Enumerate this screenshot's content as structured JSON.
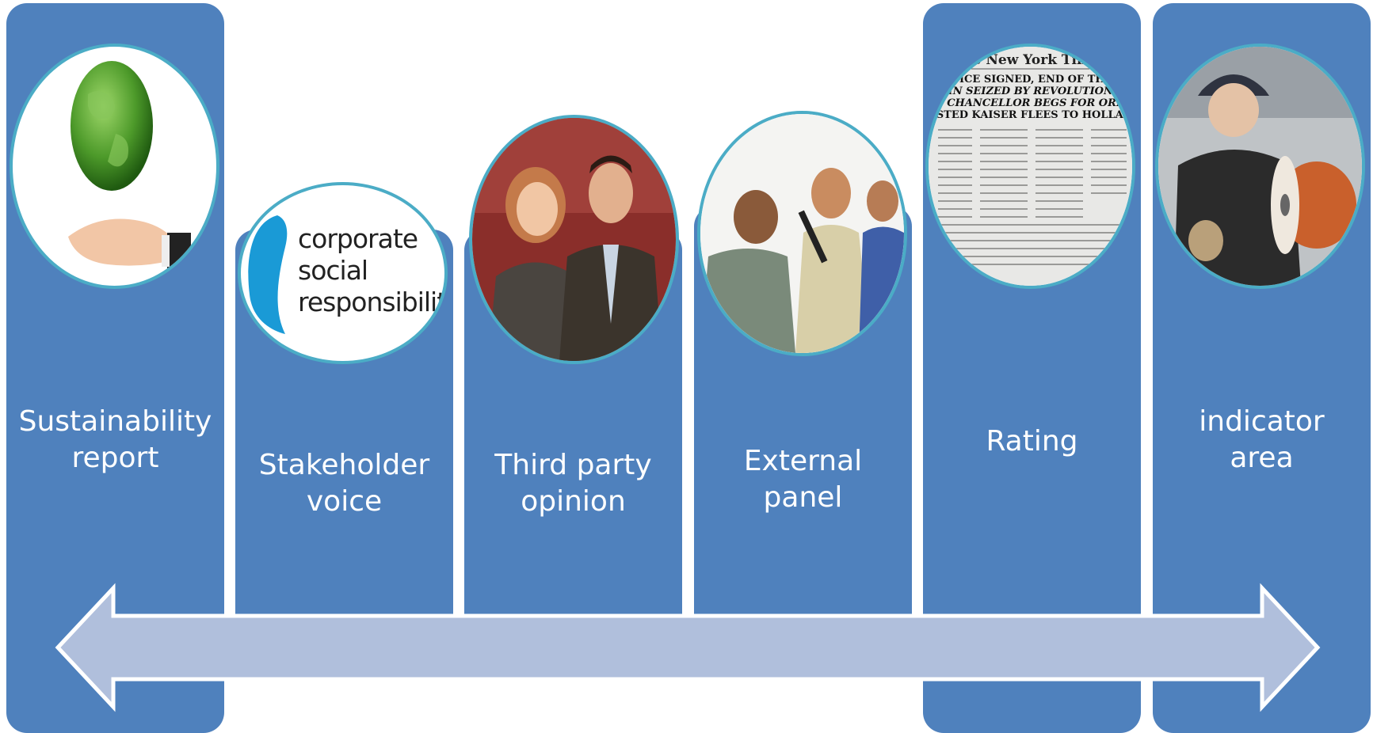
{
  "steps": [
    {
      "label": "Sustainability\nreport",
      "image": "green-globe-on-hand"
    },
    {
      "label": "Stakeholder\nvoice",
      "image": "corporate-social-responsibility-logo"
    },
    {
      "label": "Third party\nopinion",
      "image": "two-people-portrait"
    },
    {
      "label": "External\npanel",
      "image": "panel-speaker-with-microphone"
    },
    {
      "label": "Rating",
      "image": "newspaper-front-page"
    },
    {
      "label": "indicator\narea",
      "image": "worker-with-cable-spool"
    }
  ],
  "csr_logo": {
    "line1": "corporate",
    "line2": "social",
    "line3": "responsibility"
  },
  "newspaper": {
    "masthead": "The New York Times",
    "h1": "ARMISTICE SIGNED, END OF THE WAR!",
    "h2": "BERLIN SEIZED BY REVOLUTIONISTS;",
    "h3": "NEW CHANCELLOR BEGS FOR ORDER;",
    "h4": "OUSTED KAISER FLEES TO HOLLAND"
  },
  "colors": {
    "panel": "#4f81bd",
    "circle_border": "#4bacc6",
    "arrow": "#b0bfdc"
  }
}
